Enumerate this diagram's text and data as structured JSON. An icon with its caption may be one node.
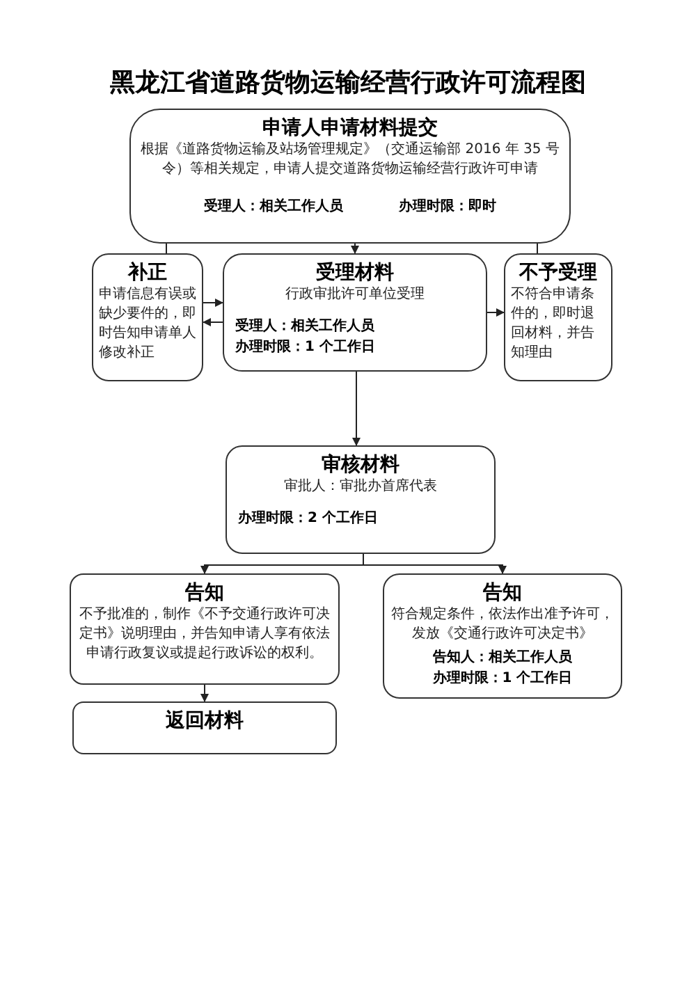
{
  "diagram": {
    "title": "黑龙江省道路货物运输经营行政许可流程图",
    "nodes": [
      {
        "text": [
          "申请人申请材料提交",
          "根据《道路货物运输及站场管理规定》（交通运输部 2016 年 35 号令）等相关规定，申请人提交道路货物运输经营行政许可申请",
          "受理人：相关工作人员",
          "办理时限：即时"
        ]
      },
      {
        "text": [
          "补正",
          "申请信息有误或缺少要件的，即时告知申请单人修改补正"
        ]
      },
      {
        "text": [
          "受理材料",
          "行政审批许可单位受理",
          "受理人：相关工作人员",
          "办理时限：1 个工作日"
        ]
      },
      {
        "text": [
          "不予受理",
          "不符合申请条件的，即时退回材料，并告知理由"
        ]
      },
      {
        "text": [
          "审核材料",
          "审批人：审批办首席代表",
          "办理时限：2 个工作日"
        ]
      },
      {
        "text": [
          "告知",
          "不予批准的，制作《不予交通行政许可决定书》说明理由，并告知申请人享有依法申请行政复议或提起行政诉讼的权利。"
        ]
      },
      {
        "text": [
          "告知",
          "符合规定条件，依法作出准予许可，发放《交通行政许可决定书》",
          "告知人：相关工作人员",
          "办理时限：1 个工作日"
        ]
      },
      {
        "text": [
          "返回材料"
        ]
      }
    ],
    "edges": [
      {
        "from": 0,
        "to": 1,
        "arrow": "none"
      },
      {
        "from": 0,
        "to": 2,
        "arrow": "to"
      },
      {
        "from": 0,
        "to": 3,
        "arrow": "none"
      },
      {
        "from": 1,
        "to": 2,
        "arrow": "to"
      },
      {
        "from": 2,
        "to": 1,
        "arrow": "to"
      },
      {
        "from": 2,
        "to": 3,
        "arrow": "to"
      },
      {
        "from": 2,
        "to": 4,
        "arrow": "to"
      },
      {
        "from": 4,
        "to": 5,
        "arrow": "to"
      },
      {
        "from": 4,
        "to": 6,
        "arrow": "to"
      },
      {
        "from": 5,
        "to": 7,
        "arrow": "to"
      }
    ]
  }
}
